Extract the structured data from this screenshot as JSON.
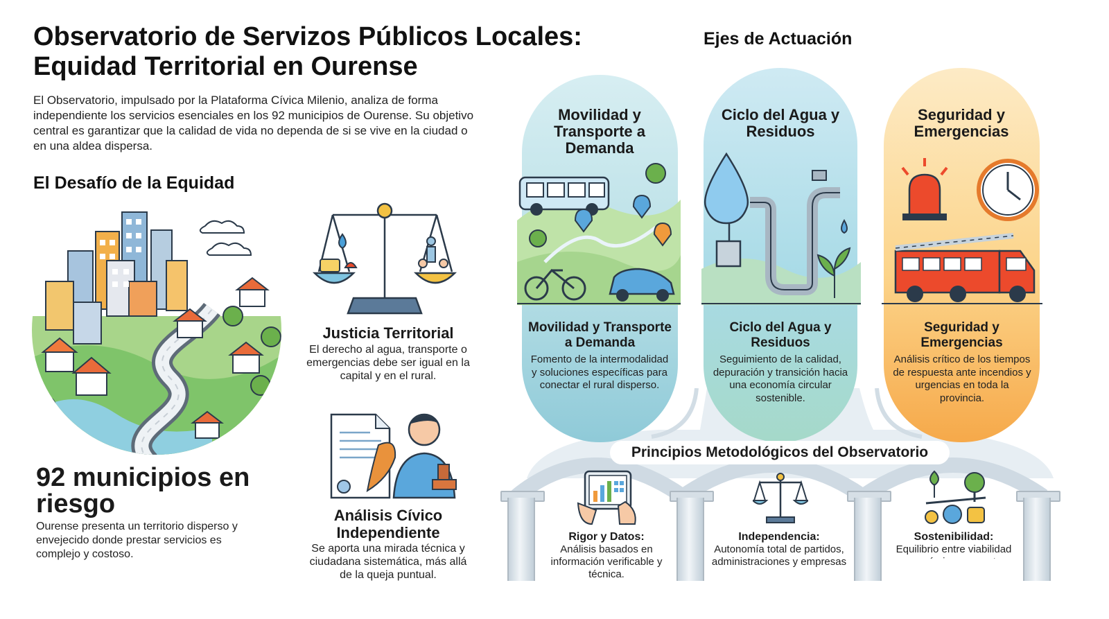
{
  "header": {
    "title_line1": "Observatorio de Servizos Públicos Locales:",
    "title_line2": "Equidad Territorial en Ourense",
    "intro": "El Observatorio, impulsado por la Plataforma Cívica Milenio, analiza de forma independiente los servicios esenciales en los 92 municipios de Ourense. Su objetivo central es garantizar que la calidad de vida no dependa de si se vive en la ciudad o en una aldea dispersa."
  },
  "challenge": {
    "heading": "El Desafío de la Equidad",
    "stat": "92 municipios en riesgo",
    "stat_desc": "Ourense presenta un territorio disperso y envejecido donde prestar servicios es complejo y costoso.",
    "justice_title": "Justicia Territorial",
    "justice_text": "El derecho al agua, transporte o emergencias debe ser igual en la capital y en el rural.",
    "civic_title": "Análisis Cívico Independiente",
    "civic_text": "Se aporta una mirada técnica y ciudadana sistemática, más allá de la queja puntual."
  },
  "axes": {
    "heading": "Ejes de Actuación",
    "items": [
      {
        "top_title": "Movilidad y Transporte a Demanda",
        "title": "Movilidad y Transporte a Demanda",
        "text": "Fomento de la intermodalidad y soluciones específicas para conectar el rural disperso."
      },
      {
        "top_title": "Ciclo del Agua y Residuos",
        "title": "Ciclo del Agua y Residuos",
        "text": "Seguimiento de la calidad, depuración y transición hacia una economía circular sostenible."
      },
      {
        "top_title": "Seguridad y Emergencias",
        "title": "Seguridad y Emergencias",
        "text": "Análisis crítico de los tiempos de respuesta ante incendios y urgencias en toda la provincia."
      }
    ]
  },
  "principles": {
    "heading": "Principios Metodológicos del Observatorio",
    "items": [
      {
        "title": "Rigor y Datos:",
        "text": "Análisis basados en información verificable y técnica."
      },
      {
        "title": "Independencia:",
        "text": "Autonomía total de partidos, administraciones y empresas"
      },
      {
        "title": "Sostenibilidad:",
        "text": "Equilibrio entre viabilidad económica y respeto"
      }
    ]
  },
  "colors": {
    "mobility": "#cfe9ef",
    "water": "#cde9f2",
    "security": "#fbd79a",
    "accent_green": "#7cb45c",
    "accent_blue": "#4a90c8"
  }
}
